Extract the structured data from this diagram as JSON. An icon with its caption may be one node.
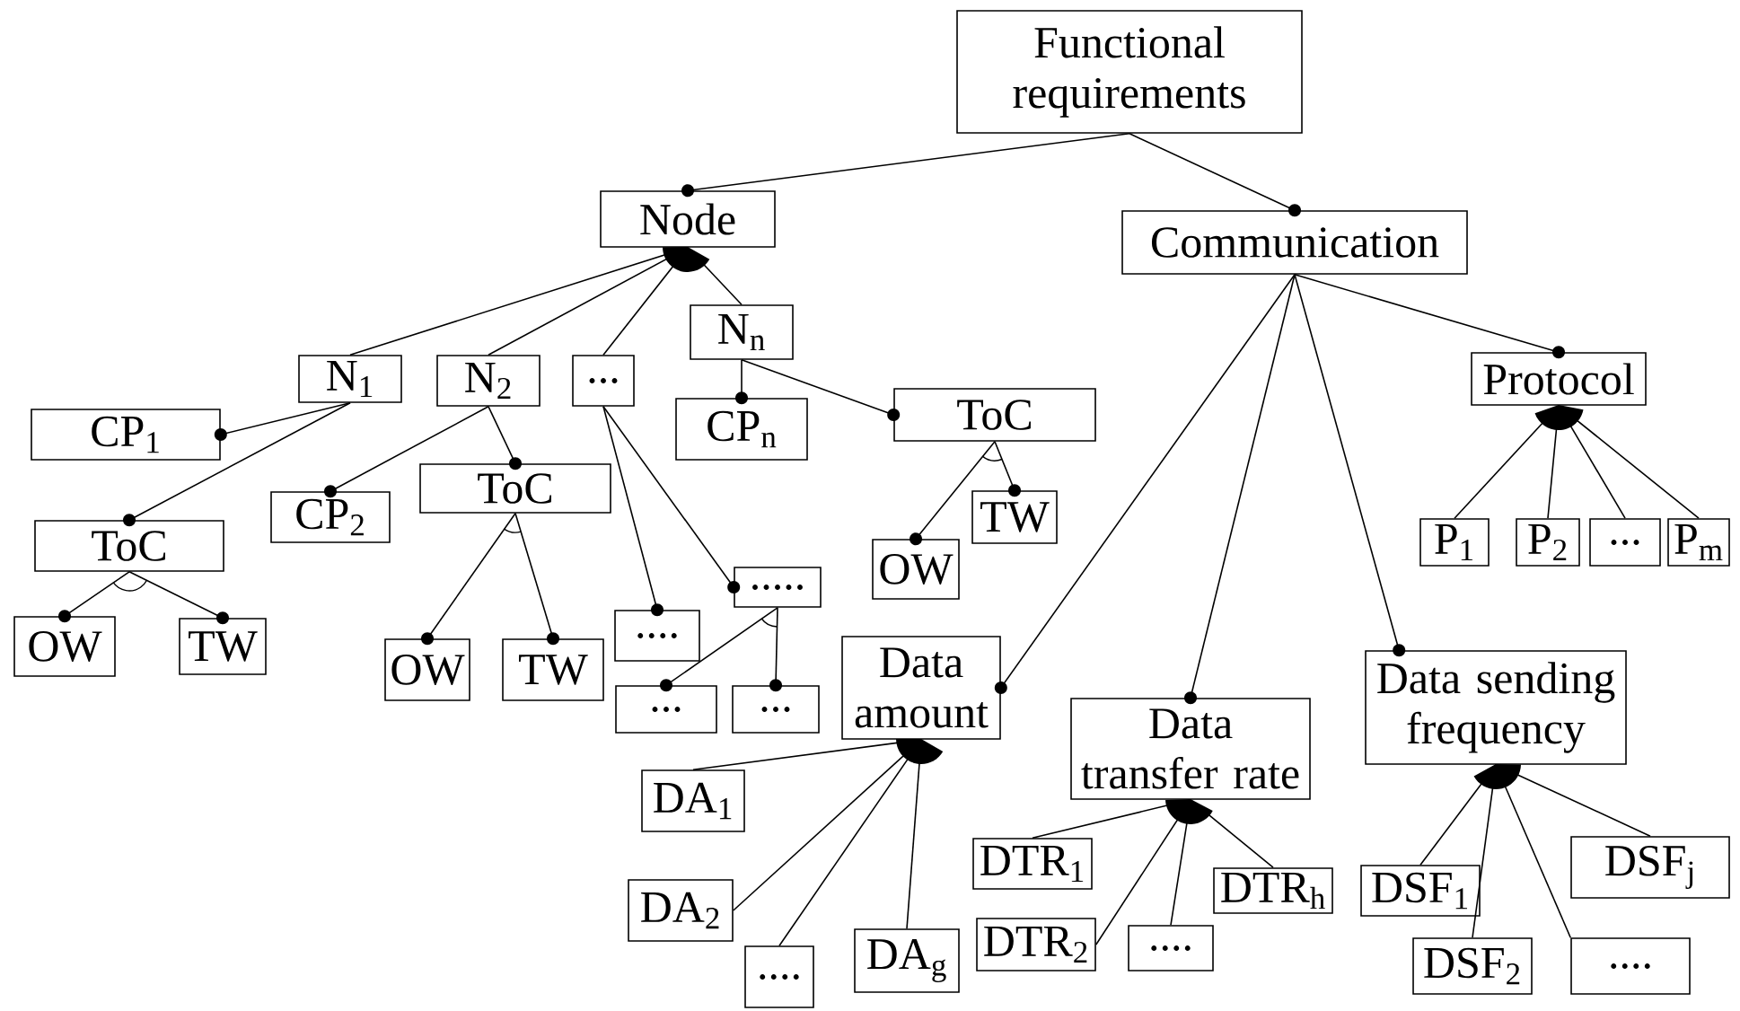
{
  "diagram": {
    "nodes": [
      {
        "text": [
          "Functional requirements"
        ]
      },
      {
        "text": [
          "Node"
        ]
      },
      {
        "text": [
          "Communication"
        ]
      },
      {
        "text": [
          "N$_{1}$"
        ]
      },
      {
        "text": [
          "CP$_{1}$"
        ]
      },
      {
        "text": [
          "ToC"
        ]
      },
      {
        "text": [
          "OW"
        ]
      },
      {
        "text": [
          "TW"
        ]
      },
      {
        "text": [
          "N$_{2}$"
        ]
      },
      {
        "text": [
          "CP$_{2}$"
        ]
      },
      {
        "text": [
          "ToC"
        ]
      },
      {
        "text": [
          "OW"
        ]
      },
      {
        "text": [
          "TW"
        ]
      },
      {
        "text": [
          "..."
        ]
      },
      {
        "text": [
          "...."
        ]
      },
      {
        "text": [
          "....."
        ]
      },
      {
        "text": [
          "..."
        ]
      },
      {
        "text": [
          "..."
        ]
      },
      {
        "text": [
          "N$_{n}$"
        ]
      },
      {
        "text": [
          "CP$_{n}$"
        ]
      },
      {
        "text": [
          "ToC"
        ]
      },
      {
        "text": [
          "OW"
        ]
      },
      {
        "text": [
          "TW"
        ]
      },
      {
        "text": [
          "Protocol"
        ]
      },
      {
        "text": [
          "P$_{1}$"
        ]
      },
      {
        "text": [
          "P$_{2}$"
        ]
      },
      {
        "text": [
          "..."
        ]
      },
      {
        "text": [
          "P$_{m}$"
        ]
      },
      {
        "text": [
          "Data amount"
        ]
      },
      {
        "text": [
          "Data transfer rate"
        ]
      },
      {
        "text": [
          "Data sending frequency"
        ]
      },
      {
        "text": [
          "DA$_{1}$"
        ]
      },
      {
        "text": [
          "DA$_{2}$"
        ]
      },
      {
        "text": [
          "...."
        ]
      },
      {
        "text": [
          "DA$_{g}$"
        ]
      },
      {
        "text": [
          "DTR$_{1}$"
        ]
      },
      {
        "text": [
          "DTR$_{2}$"
        ]
      },
      {
        "text": [
          "...."
        ]
      },
      {
        "text": [
          "DTR$_{h}$"
        ]
      },
      {
        "text": [
          "DSF$_{1}$"
        ]
      },
      {
        "text": [
          "DSF$_{2}$"
        ]
      },
      {
        "text": [
          "...."
        ]
      },
      {
        "text": [
          "DSF$_{j}$"
        ]
      }
    ],
    "edges": [
      {
        "from": 0,
        "to": 1,
        "arrow": "other"
      },
      {
        "from": 0,
        "to": 2,
        "arrow": "other"
      },
      {
        "from": 1,
        "to": 3,
        "arrow": "none"
      },
      {
        "from": 1,
        "to": 8,
        "arrow": "none"
      },
      {
        "from": 1,
        "to": 13,
        "arrow": "none"
      },
      {
        "from": 1,
        "to": 18,
        "arrow": "none"
      },
      {
        "from": 3,
        "to": 4,
        "arrow": "other"
      },
      {
        "from": 3,
        "to": 5,
        "arrow": "other"
      },
      {
        "from": 5,
        "to": 6,
        "arrow": "other"
      },
      {
        "from": 5,
        "to": 7,
        "arrow": "other"
      },
      {
        "from": 8,
        "to": 9,
        "arrow": "other"
      },
      {
        "from": 8,
        "to": 10,
        "arrow": "other"
      },
      {
        "from": 10,
        "to": 11,
        "arrow": "other"
      },
      {
        "from": 10,
        "to": 12,
        "arrow": "other"
      },
      {
        "from": 13,
        "to": 14,
        "arrow": "other"
      },
      {
        "from": 13,
        "to": 15,
        "arrow": "other"
      },
      {
        "from": 15,
        "to": 16,
        "arrow": "other"
      },
      {
        "from": 15,
        "to": 17,
        "arrow": "other"
      },
      {
        "from": 18,
        "to": 19,
        "arrow": "other"
      },
      {
        "from": 18,
        "to": 20,
        "arrow": "other"
      },
      {
        "from": 20,
        "to": 21,
        "arrow": "other"
      },
      {
        "from": 20,
        "to": 22,
        "arrow": "other"
      },
      {
        "from": 2,
        "to": 23,
        "arrow": "other"
      },
      {
        "from": 2,
        "to": 28,
        "arrow": "other"
      },
      {
        "from": 2,
        "to": 29,
        "arrow": "other"
      },
      {
        "from": 2,
        "to": 30,
        "arrow": "other"
      },
      {
        "from": 23,
        "to": 24,
        "arrow": "none"
      },
      {
        "from": 23,
        "to": 25,
        "arrow": "none"
      },
      {
        "from": 23,
        "to": 26,
        "arrow": "none"
      },
      {
        "from": 23,
        "to": 27,
        "arrow": "none"
      },
      {
        "from": 28,
        "to": 31,
        "arrow": "none"
      },
      {
        "from": 28,
        "to": 32,
        "arrow": "none"
      },
      {
        "from": 28,
        "to": 33,
        "arrow": "none"
      },
      {
        "from": 28,
        "to": 34,
        "arrow": "none"
      },
      {
        "from": 29,
        "to": 35,
        "arrow": "none"
      },
      {
        "from": 29,
        "to": 36,
        "arrow": "none"
      },
      {
        "from": 29,
        "to": 37,
        "arrow": "none"
      },
      {
        "from": 29,
        "to": 38,
        "arrow": "none"
      },
      {
        "from": 30,
        "to": 39,
        "arrow": "none"
      },
      {
        "from": 30,
        "to": 40,
        "arrow": "none"
      },
      {
        "from": 30,
        "to": 41,
        "arrow": "none"
      },
      {
        "from": 30,
        "to": 42,
        "arrow": "none"
      }
    ]
  }
}
